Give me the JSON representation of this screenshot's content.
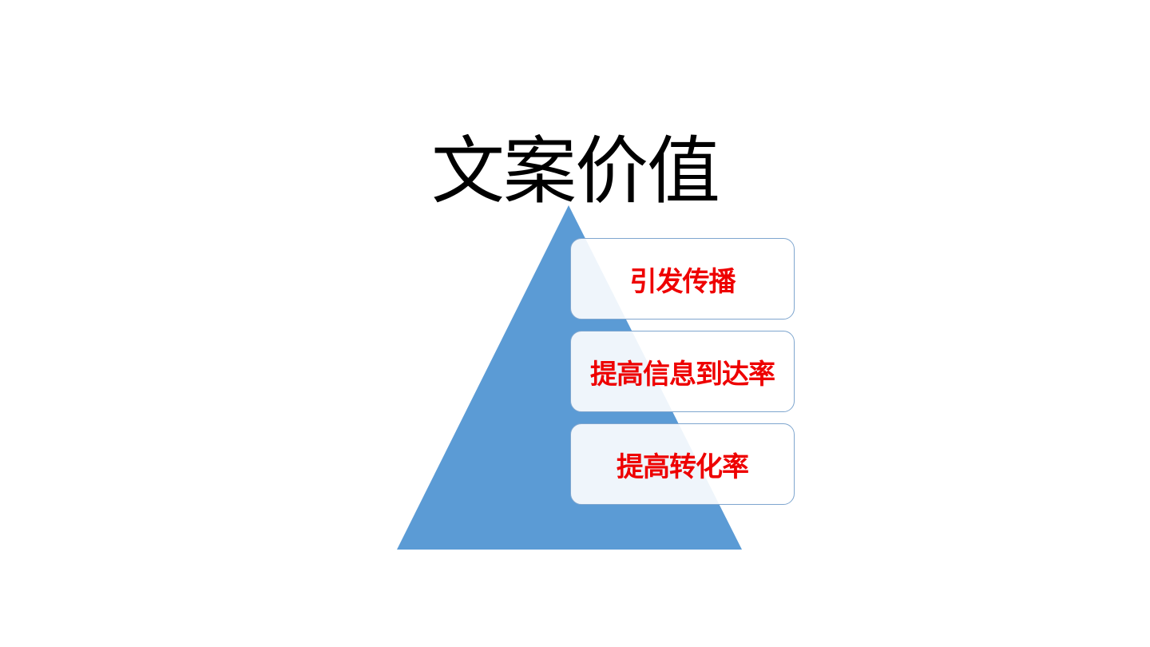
{
  "title": "文案价值",
  "colors": {
    "pyramid": "#5b9bd5",
    "label": "#ee0000",
    "box_border": "#7fa6cf"
  },
  "levels": [
    {
      "label": "引发传播"
    },
    {
      "label": "提高信息到达率"
    },
    {
      "label": "提高转化率"
    }
  ]
}
